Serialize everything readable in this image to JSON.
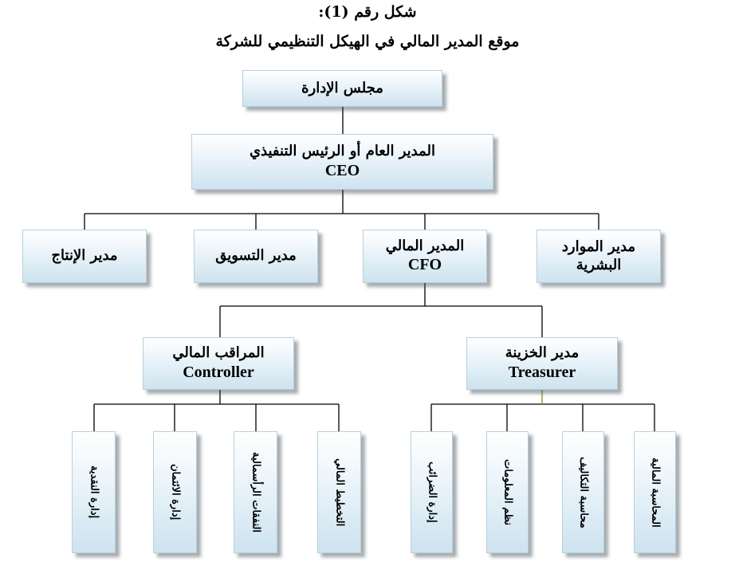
{
  "caption": {
    "figure_label": "شكل رقم (1):",
    "title": "موقع المدير المالي في الهيكل التنظيمي للشركة"
  },
  "org": {
    "board": "مجلس الإدارة",
    "ceo": {
      "ar": "المدير العام أو الرئيس التنفيذي",
      "en": "CEO"
    },
    "level2": {
      "hr": {
        "line1": "مدير الموارد",
        "line2": "البشرية"
      },
      "cfo": {
        "ar": "المدير المالي",
        "en": "CFO"
      },
      "marketing": "مدير التسويق",
      "production": "مدير الإنتاج"
    },
    "treasurer": {
      "ar": "مدير الخزينة",
      "en": "Treasurer"
    },
    "controller": {
      "ar": "المراقب المالي",
      "en": "Controller"
    },
    "treasurer_units": [
      "المحاسبة المالية",
      "محاسبة التكاليف",
      "نظم المعلومات",
      "إدارة الضرائب"
    ],
    "controller_units": [
      "التخطيط المالي",
      "النفقات الرأسمالية",
      "إدارة الائتمان",
      "إدارة النقدية"
    ]
  },
  "colors": {
    "box_top": "#ffffff",
    "box_bottom": "#cde3ef",
    "box_border": "#b8cfdc",
    "connector": "#000000",
    "connector_treasurer": "#8a8a2a"
  }
}
